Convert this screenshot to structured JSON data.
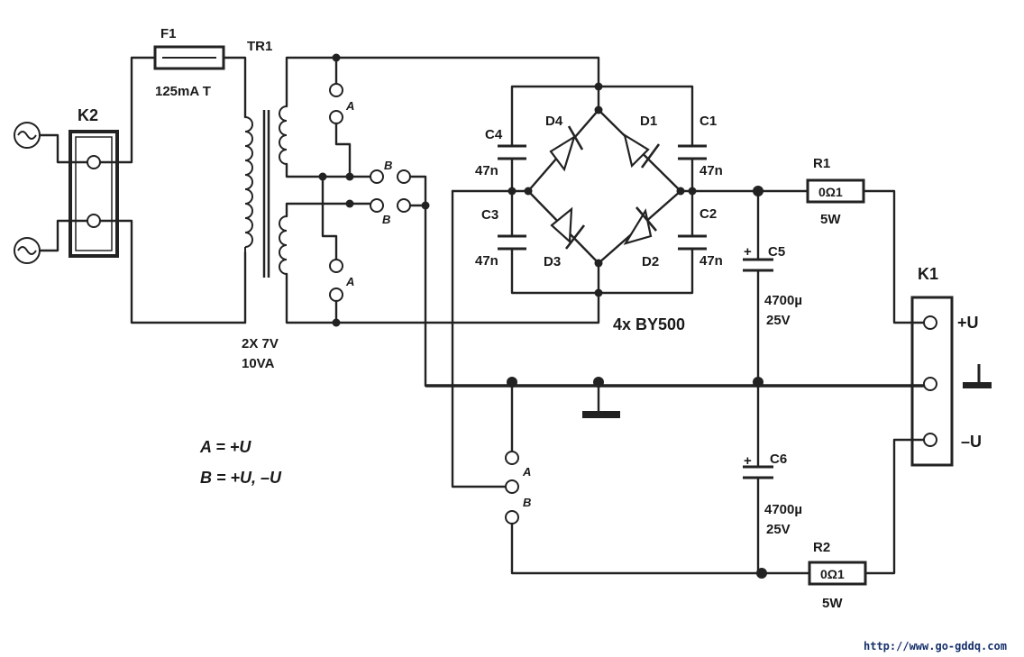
{
  "labels": {
    "fuse": "F1",
    "fuse_rating": "125mA  T",
    "transformer": "TR1",
    "transformer_spec_1": "2X 7V",
    "transformer_spec_2": "10VA",
    "input_connector": "K2",
    "output_connector": "K1",
    "diode_d1": "D1",
    "diode_d2": "D2",
    "diode_d3": "D3",
    "diode_d4": "D4",
    "cap_c1": "C1",
    "cap_c2": "C2",
    "cap_c3": "C3",
    "cap_c4": "C4",
    "cap_c1_value": "47n",
    "cap_c2_value": "47n",
    "cap_c3_value": "47n",
    "cap_c4_value": "47n",
    "cap_c5": "C5",
    "cap_c6": "C6",
    "cap_c5_value": "4700µ",
    "cap_c5_voltage": "25V",
    "cap_c6_value": "4700µ",
    "cap_c6_voltage": "25V",
    "plus_sign": "+",
    "res_r1": "R1",
    "res_r2": "R2",
    "res_r1_value": "0Ω1",
    "res_r2_value": "0Ω1",
    "res_r1_power": "5W",
    "res_r2_power": "5W",
    "bridge_note": "4x BY500",
    "out_pos": "+U",
    "out_neg": "–U",
    "jumper_a": "A",
    "jumper_b": "B",
    "legend_a": "A = +U",
    "legend_b": "B = +U, –U",
    "url": "http://www.go-gddq.com"
  }
}
